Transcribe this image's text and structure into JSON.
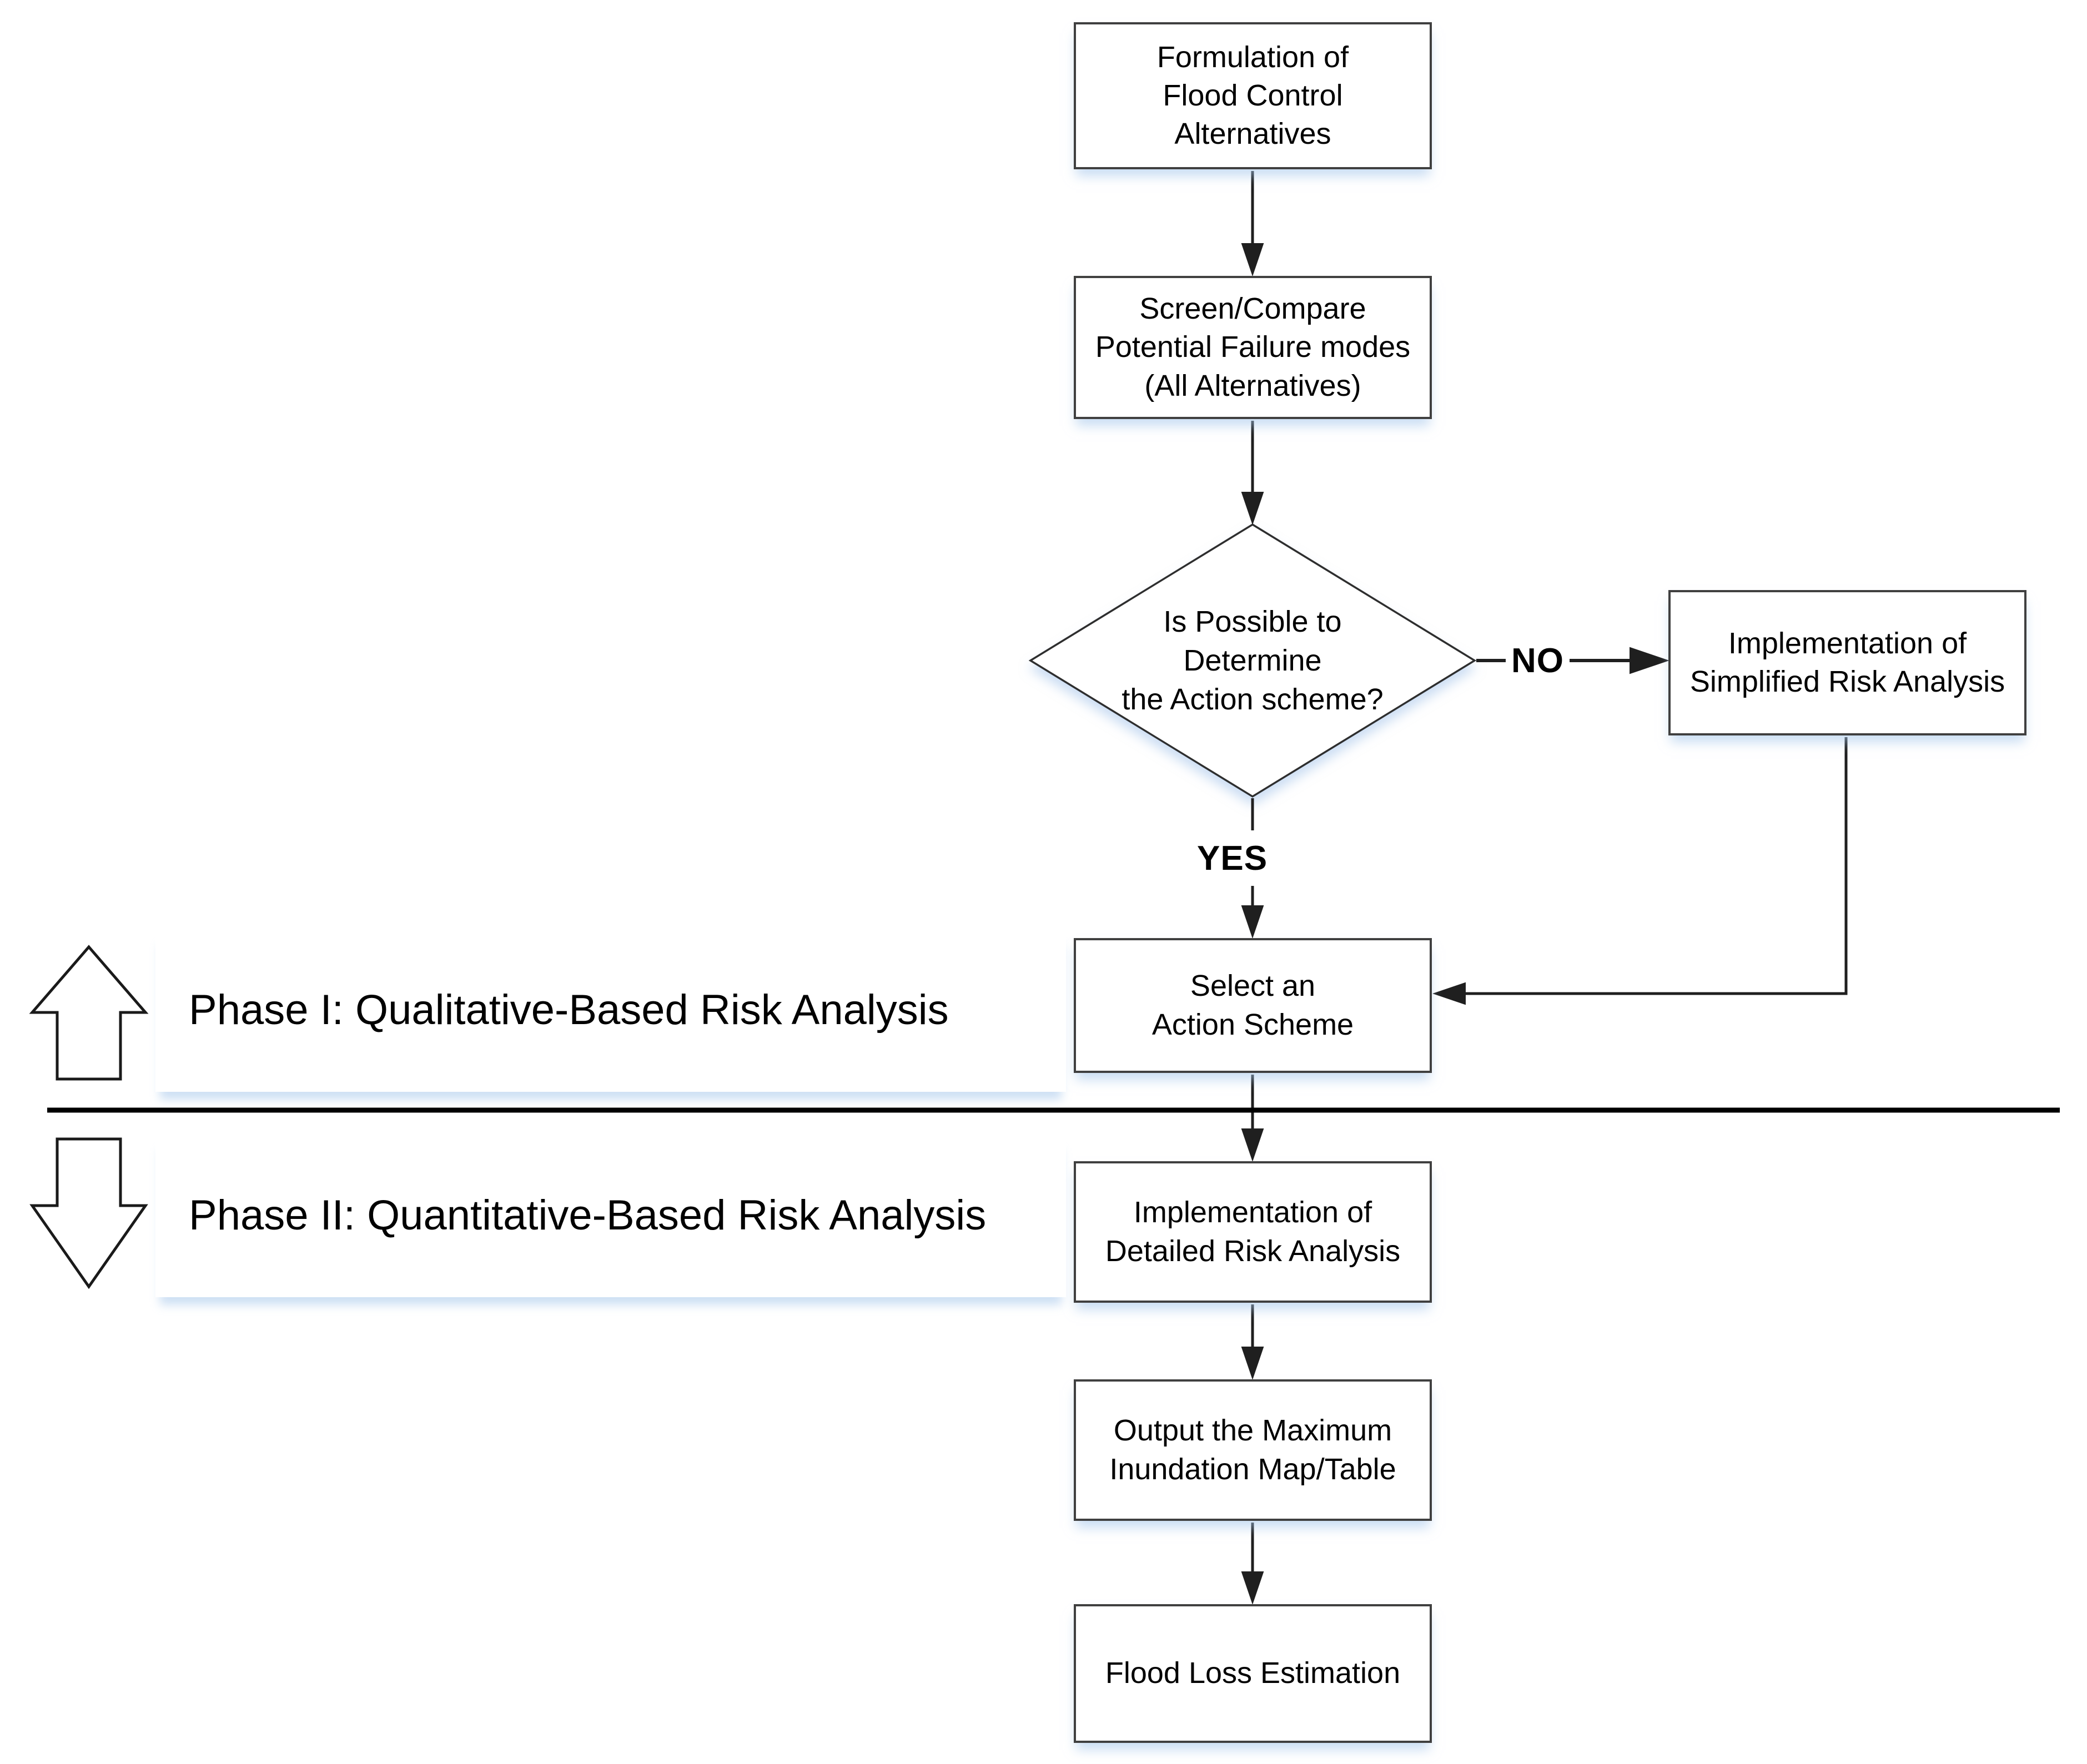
{
  "colors": {
    "background": "#ffffff",
    "node_fill": "#ffffff",
    "node_border": "#404040",
    "diamond_border": "#2e2e2e",
    "connector": "#1f1f1f",
    "divider": "#000000",
    "text": "#000000",
    "shadow_tint": "#aac8eb"
  },
  "nodes": {
    "formulation": {
      "label": "Formulation of\nFlood Control\nAlternatives"
    },
    "screen": {
      "label": "Screen/Compare\nPotential Failure modes\n(All Alternatives)"
    },
    "decision": {
      "label": "Is Possible to\nDetermine\nthe Action scheme?"
    },
    "simplified": {
      "label": "Implementation of\nSimplified Risk Analysis"
    },
    "select": {
      "label": "Select an\nAction Scheme"
    },
    "detailed": {
      "label": "Implementation of\nDetailed Risk Analysis"
    },
    "output": {
      "label": "Output the Maximum\nInundation Map/Table"
    },
    "flood_loss": {
      "label": "Flood Loss Estimation"
    }
  },
  "edges": {
    "no": {
      "label": "NO",
      "from": "decision",
      "to": "simplified"
    },
    "yes": {
      "label": "YES",
      "from": "decision",
      "to": "select"
    },
    "flow": [
      {
        "from": "formulation",
        "to": "screen"
      },
      {
        "from": "screen",
        "to": "decision"
      },
      {
        "from": "simplified",
        "to": "select"
      },
      {
        "from": "select",
        "to": "detailed"
      },
      {
        "from": "detailed",
        "to": "output"
      },
      {
        "from": "output",
        "to": "flood_loss"
      }
    ]
  },
  "phases": {
    "phase1": {
      "label": "Phase I: Qualitative-Based Risk Analysis"
    },
    "phase2": {
      "label": "Phase II: Quantitative-Based Risk Analysis"
    }
  }
}
